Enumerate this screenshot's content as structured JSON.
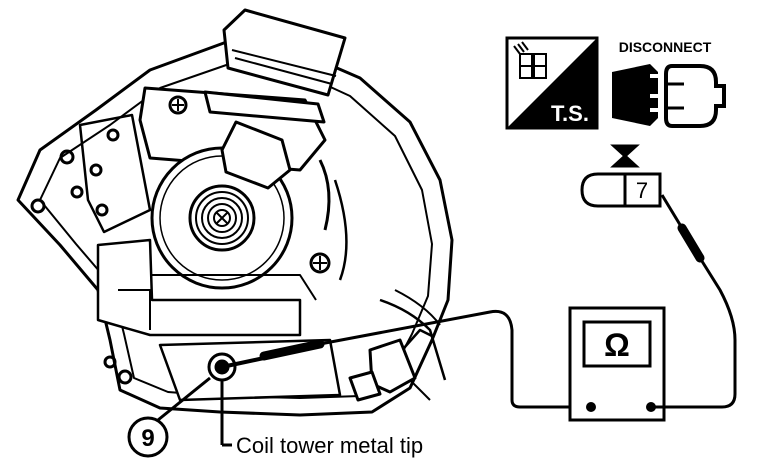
{
  "diagram": {
    "badges": {
      "troubleshoot": "T.S.",
      "disconnect": "DISCONNECT"
    },
    "connector": {
      "terminal": "7"
    },
    "meter": {
      "symbol": "Ω"
    },
    "callout": {
      "number": "9",
      "label": "Coil tower metal tip"
    }
  }
}
